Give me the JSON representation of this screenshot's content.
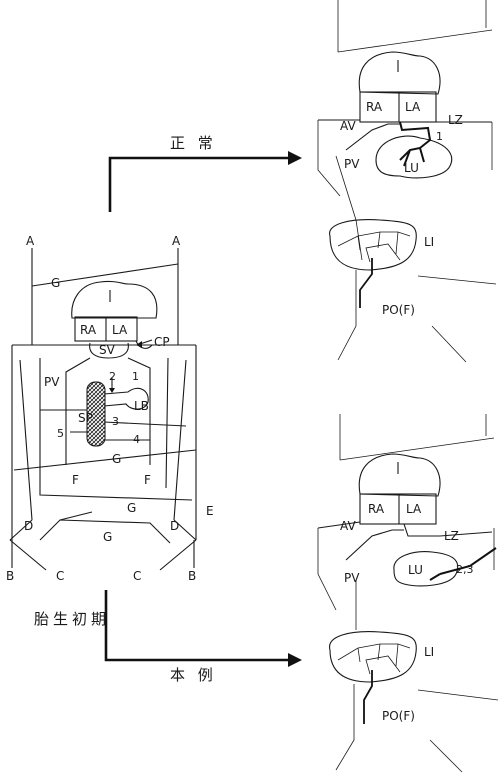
{
  "captions": {
    "normal": "正 常",
    "early_embryo": "胎生初期",
    "this_case": "本 例"
  },
  "early": {
    "A_left": "A",
    "A_right": "A",
    "G_top": "G",
    "RA": "RA",
    "LA": "LA",
    "CP": "CP",
    "SV": "SV",
    "PV": "PV",
    "n2": "2",
    "n1": "1",
    "LB": "LB",
    "SP": "SP",
    "n3": "3",
    "n5": "5",
    "n4": "4",
    "G_mid": "G",
    "F_left": "F",
    "F_right": "F",
    "G_low": "G",
    "E": "E",
    "D_left": "D",
    "D_right": "D",
    "G_bottom": "G",
    "B_left": "B",
    "C_left": "C",
    "C_right": "C",
    "B_right": "B"
  },
  "normal": {
    "RA": "RA",
    "LA": "LA",
    "AV": "AV",
    "LZ": "LZ",
    "n1": "1",
    "PV": "PV",
    "LU": "LU",
    "LI": "LI",
    "PO": "PO(F)"
  },
  "case": {
    "RA": "RA",
    "LA": "LA",
    "AV": "AV",
    "LZ": "LZ",
    "LU": "LU",
    "n23": "2,3",
    "PV": "PV",
    "LI": "LI",
    "PO": "PO(F)"
  }
}
